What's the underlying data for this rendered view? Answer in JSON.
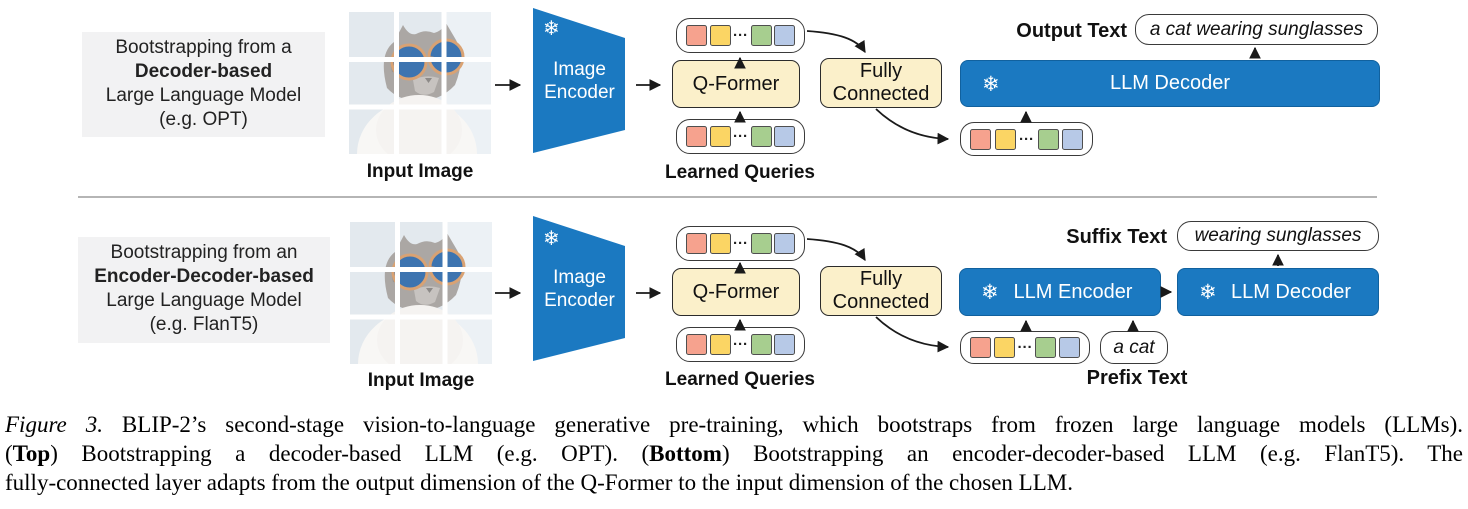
{
  "icons": {
    "snowflake": "❄",
    "tokens_ellipsis": "···"
  },
  "colors": {
    "blue": "#1b79c1",
    "cream": "#fbf0ca",
    "label_box_bg": "#f2f2f3",
    "divider": "#b5b5b5",
    "arrow": "#1a1a1a",
    "tokens": [
      "#f6a28e",
      "#fbd564",
      "#a7ce8f",
      "#b7c9e7"
    ],
    "token_border": "#4f4f4f"
  },
  "top_row": {
    "label_lines": [
      [
        {
          "t": "Bootstrapping from a"
        }
      ],
      [
        {
          "t": "Decoder-based",
          "b": true
        }
      ],
      [
        {
          "t": "Large Language Model"
        }
      ],
      [
        {
          "t": "(e.g. OPT)"
        }
      ]
    ],
    "input_image_label": "Input Image",
    "image_encoder_label": "Image Encoder",
    "qformer_label": "Q-Former",
    "learned_queries_label": "Learned Queries",
    "fully_connected_label": "Fully Connected",
    "llm_decoder_label": "LLM Decoder",
    "output_text_label": "Output Text",
    "output_text_value": "a cat wearing sunglasses"
  },
  "bottom_row": {
    "label_lines": [
      [
        {
          "t": "Bootstrapping from an"
        }
      ],
      [
        {
          "t": "Encoder-Decoder-based",
          "b": true
        }
      ],
      [
        {
          "t": "Large Language Model"
        }
      ],
      [
        {
          "t": "(e.g. FlanT5)"
        }
      ]
    ],
    "input_image_label": "Input Image",
    "image_encoder_label": "Image Encoder",
    "qformer_label": "Q-Former",
    "learned_queries_label": "Learned Queries",
    "fully_connected_label": "Fully Connected",
    "llm_encoder_label": "LLM Encoder",
    "llm_decoder_label": "LLM Decoder",
    "suffix_text_label": "Suffix Text",
    "suffix_text_value": "wearing sunglasses",
    "prefix_text_label": "Prefix Text",
    "prefix_text_value": "a cat"
  },
  "caption": {
    "lines": [
      [
        {
          "t": "Figure 3.",
          "i": true
        },
        {
          "t": " BLIP-2’s second-stage vision-to-language generative pre-training, which bootstraps from frozen large language models (LLMs)."
        }
      ],
      [
        {
          "t": "("
        },
        {
          "t": "Top",
          "b": true
        },
        {
          "t": ") Bootstrapping a decoder-based LLM (e.g. OPT). ("
        },
        {
          "t": "Bottom",
          "b": true
        },
        {
          "t": ") Bootstrapping an encoder-decoder-based LLM (e.g. FlanT5). The"
        }
      ],
      [
        {
          "t": "fully-connected layer adapts from the output dimension of the Q-Former to the input dimension of the chosen LLM."
        }
      ]
    ]
  }
}
